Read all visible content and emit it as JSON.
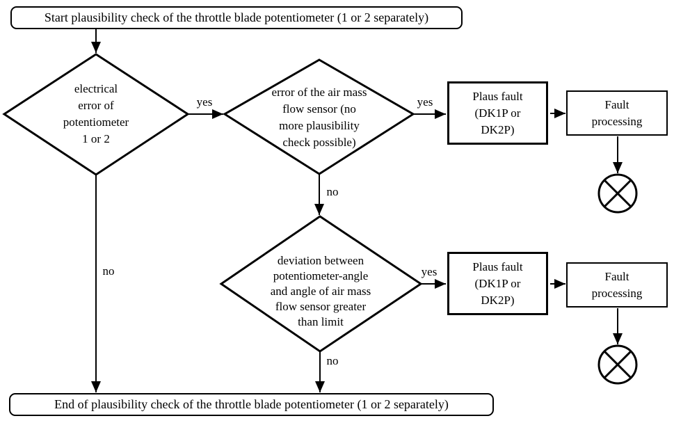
{
  "page": {
    "background_color": "#ffffff",
    "line_color": "#000000"
  },
  "flowchart": {
    "nodes": {
      "start": {
        "type": "terminator",
        "label": "Start plausibility check of the throttle blade potentiometer (1 or 2 separately)"
      },
      "decision_electrical": {
        "type": "decision",
        "label": [
          "electrical",
          "error of",
          "potentiometer",
          "1 or 2"
        ]
      },
      "decision_air_mass": {
        "type": "decision",
        "label": [
          "error of the air mass",
          "flow sensor (no",
          "more plausibility",
          "check possible)"
        ]
      },
      "plaus_fault_1": {
        "type": "process",
        "label": [
          "Plaus fault",
          "(DK1P or",
          "DK2P)"
        ]
      },
      "fault_processing_1": {
        "type": "process",
        "label": [
          "Fault",
          "processing"
        ]
      },
      "decision_deviation": {
        "type": "decision",
        "label": [
          "deviation between",
          "potentiometer-angle",
          "and angle of air mass",
          "flow sensor greater",
          "than limit"
        ]
      },
      "plaus_fault_2": {
        "type": "process",
        "label": [
          "Plaus fault",
          "(DK1P or",
          "DK2P)"
        ]
      },
      "fault_processing_2": {
        "type": "process",
        "label": [
          "Fault",
          "processing"
        ]
      },
      "end": {
        "type": "terminator",
        "label": "End of plausibility check of the throttle blade potentiometer (1 or 2 separately)"
      }
    },
    "icons": {
      "terminal_symbol": "crossed-circle"
    },
    "edge_labels": {
      "electrical_yes": "yes",
      "electrical_no": "no",
      "air_mass_yes": "yes",
      "air_mass_no": "no",
      "deviation_yes": "yes",
      "deviation_no": "no"
    }
  }
}
